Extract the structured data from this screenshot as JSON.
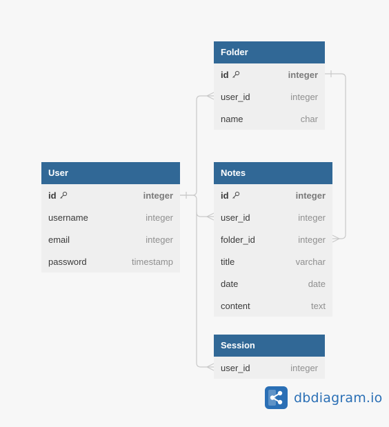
{
  "tables": [
    {
      "key": "folder",
      "name": "Folder",
      "columns": [
        {
          "name": "id",
          "type": "integer",
          "pk": true
        },
        {
          "name": "user_id",
          "type": "integer",
          "pk": false
        },
        {
          "name": "name",
          "type": "char",
          "pk": false
        }
      ]
    },
    {
      "key": "user",
      "name": "User",
      "columns": [
        {
          "name": "id",
          "type": "integer",
          "pk": true
        },
        {
          "name": "username",
          "type": "integer",
          "pk": false
        },
        {
          "name": "email",
          "type": "integer",
          "pk": false
        },
        {
          "name": "password",
          "type": "timestamp",
          "pk": false
        }
      ]
    },
    {
      "key": "notes",
      "name": "Notes",
      "columns": [
        {
          "name": "id",
          "type": "integer",
          "pk": true
        },
        {
          "name": "user_id",
          "type": "integer",
          "pk": false
        },
        {
          "name": "folder_id",
          "type": "integer",
          "pk": false
        },
        {
          "name": "title",
          "type": "varchar",
          "pk": false
        },
        {
          "name": "date",
          "type": "date",
          "pk": false
        },
        {
          "name": "content",
          "type": "text",
          "pk": false
        }
      ]
    },
    {
      "key": "session",
      "name": "Session",
      "columns": [
        {
          "name": "user_id",
          "type": "integer",
          "pk": false
        }
      ]
    }
  ],
  "relationships": [
    {
      "from": "user.id",
      "to": "folder.user_id",
      "kind": "one-to-many"
    },
    {
      "from": "user.id",
      "to": "notes.user_id",
      "kind": "one-to-many"
    },
    {
      "from": "user.id",
      "to": "session.user_id",
      "kind": "one-to-many"
    },
    {
      "from": "folder.id",
      "to": "notes.folder_id",
      "kind": "one-to-many"
    }
  ],
  "brand": {
    "text": "dbdiagram.io",
    "icon": "dbdiagram-logo-icon"
  },
  "colors": {
    "header": "#316896",
    "body": "#efefef",
    "connector": "#c9c9c9",
    "brand": "#2a6fb5"
  }
}
